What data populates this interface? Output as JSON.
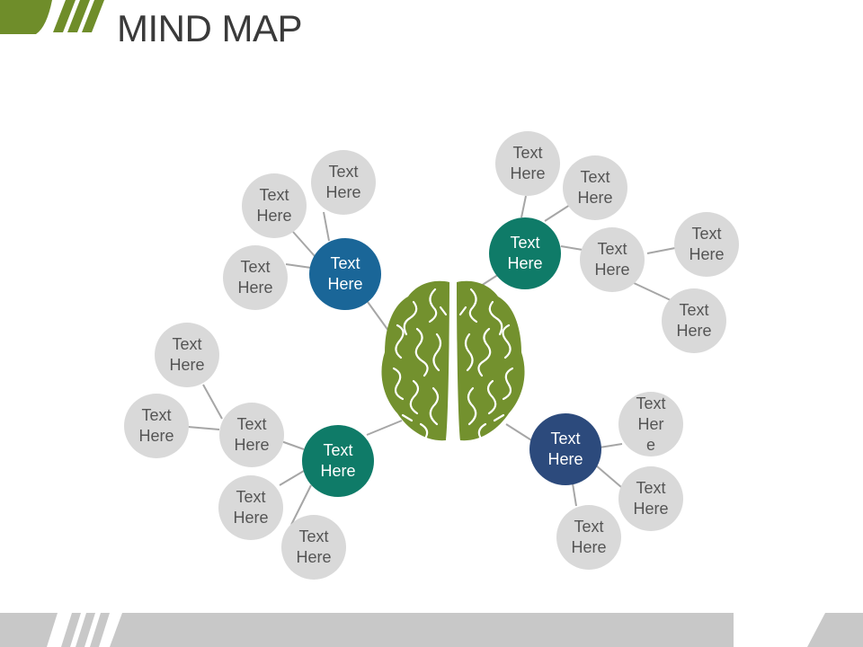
{
  "title": "MIND MAP",
  "colors": {
    "accent_green": "#6f8d2a",
    "brain_green": "#73912e",
    "hub_blue": "#1a6698",
    "hub_teal": "#0f7b68",
    "hub_navy": "#2c4a7c",
    "leaf_gray": "#d9d9d9",
    "leaf_text": "#555555",
    "connector_gray": "#a6a6a6",
    "footer_gray": "#c8c8c8"
  },
  "center": {
    "icon": "brain-icon"
  },
  "hubs": [
    {
      "label": "Text\nHere",
      "color": "#1a6698",
      "leaves": [
        {
          "label": "Text\nHere"
        },
        {
          "label": "Text\nHere"
        },
        {
          "label": "Text\nHere"
        }
      ]
    },
    {
      "label": "Text\nHere",
      "color": "#0f7b68",
      "leaves": [
        {
          "label": "Text\nHere"
        },
        {
          "label": "Text\nHere"
        },
        {
          "label": "Text\nHere"
        },
        {
          "label": "Text\nHere"
        },
        {
          "label": "Text\nHere"
        }
      ]
    },
    {
      "label": "Text\nHere",
      "color": "#0f7b68",
      "leaves": [
        {
          "label": "Text\nHere"
        },
        {
          "label": "Text\nHere"
        },
        {
          "label": "Text\nHere"
        },
        {
          "label": "Text\nHere"
        },
        {
          "label": "Text\nHere"
        }
      ]
    },
    {
      "label": "Text\nHere",
      "color": "#2c4a7c",
      "leaves": [
        {
          "label": "Text\nHer\ne"
        },
        {
          "label": "Text\nHere"
        },
        {
          "label": "Text\nHere"
        }
      ]
    }
  ]
}
